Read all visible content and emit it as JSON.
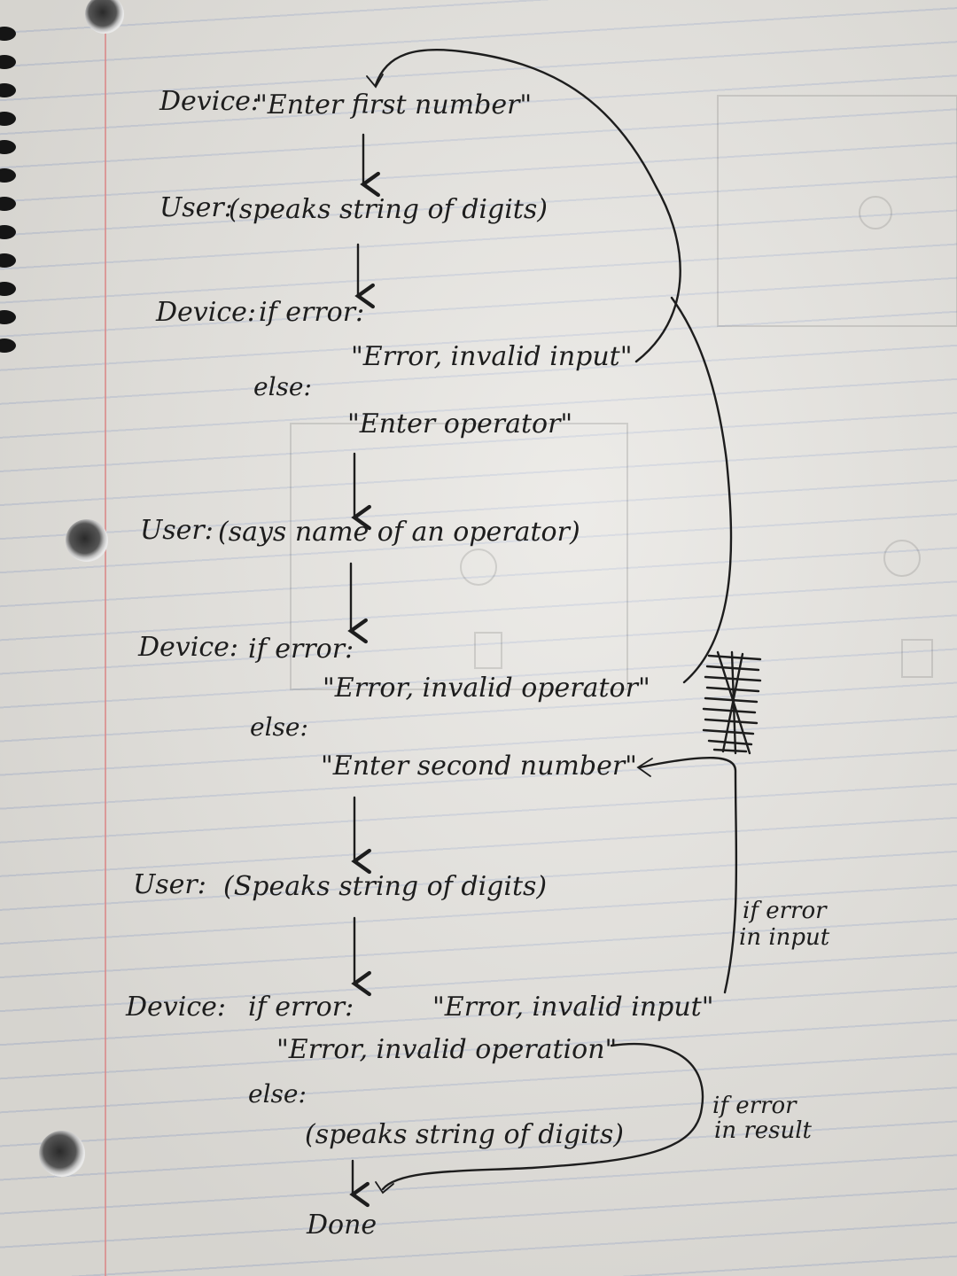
{
  "flow": {
    "step1": {
      "device_label": "Device:",
      "device_text": "\"Enter first number\""
    },
    "step2": {
      "user_label": "User:",
      "user_text": "(speaks string of digits)"
    },
    "step3": {
      "device_label": "Device:",
      "if_text": "if error:",
      "error_text": "\"Error, invalid input\"",
      "else_text": "else:",
      "prompt_text": "\"Enter operator\""
    },
    "step4": {
      "user_label": "User:",
      "user_text": "(says name of an operator)"
    },
    "step5": {
      "device_label": "Device:",
      "if_text": "if error:",
      "error_text": "\"Error, invalid operator\"",
      "else_text": "else:",
      "prompt_text": "\"Enter second number\""
    },
    "step6": {
      "user_label": "User:",
      "user_text": "(Speaks string of digits)"
    },
    "step7": {
      "device_label": "Device:",
      "if_text": "if error:",
      "input_error_text": "\"Error, invalid input\"",
      "operation_error_text": "\"Error, invalid operation\"",
      "else_text": "else:",
      "result_text": "(speaks string of digits)"
    },
    "done": "Done"
  },
  "annotations": {
    "input_error_line1": "if error",
    "input_error_line2": "in input",
    "result_error_line1": "if error",
    "result_error_line2": "in result"
  }
}
